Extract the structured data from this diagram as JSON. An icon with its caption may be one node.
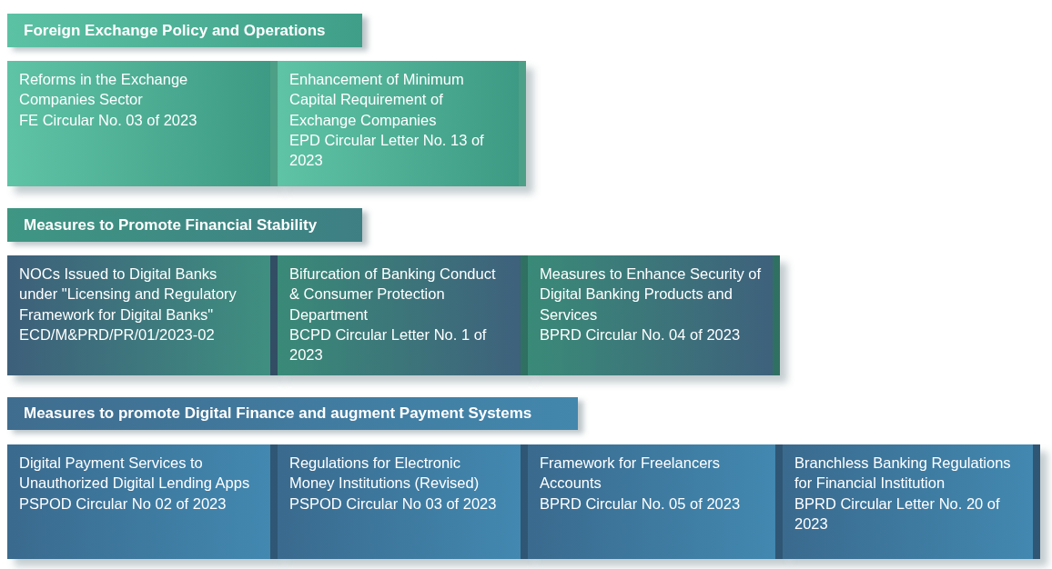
{
  "diagram": {
    "nodes": [
      {
        "text": [
          "Foreign Exchange Policy and Operations"
        ]
      },
      {
        "text": [
          "Reforms in the Exchange Companies Sector",
          "FE Circular No. 03 of 2023"
        ]
      },
      {
        "text": [
          "Enhancement of Minimum Capital Requirement of Exchange Companies",
          "EPD Circular Letter No. 13 of 2023"
        ]
      },
      {
        "text": [
          "Measures to Promote Financial Stability"
        ]
      },
      {
        "text": [
          "NOCs Issued to Digital Banks under \"Licensing and Regulatory Framework for Digital Banks\"",
          "ECD/M&PRD/PR/01/2023-02"
        ]
      },
      {
        "text": [
          "Bifurcation of Banking Conduct & Consumer Protection Department",
          "BCPD Circular Letter No. 1 of 2023"
        ]
      },
      {
        "text": [
          "Measures to Enhance Security of Digital Banking Products and Services",
          "BPRD Circular No. 04 of 2023"
        ]
      },
      {
        "text": [
          "Measures to promote Digital Finance and augment Payment Systems"
        ]
      },
      {
        "text": [
          "Digital Payment Services to Unauthorized Digital Lending Apps",
          "PSPOD Circular No 02 of 2023"
        ]
      },
      {
        "text": [
          "Regulations for Electronic Money Institutions (Revised)",
          "PSPOD Circular No 03 of 2023"
        ]
      },
      {
        "text": [
          "Framework for Freelancers Accounts",
          "BPRD Circular No. 05 of 2023"
        ]
      },
      {
        "text": [
          "Branchless Banking Regulations for Financial Institution",
          "BPRD Circular Letter No. 20 of 2023"
        ]
      }
    ],
    "edges": []
  }
}
